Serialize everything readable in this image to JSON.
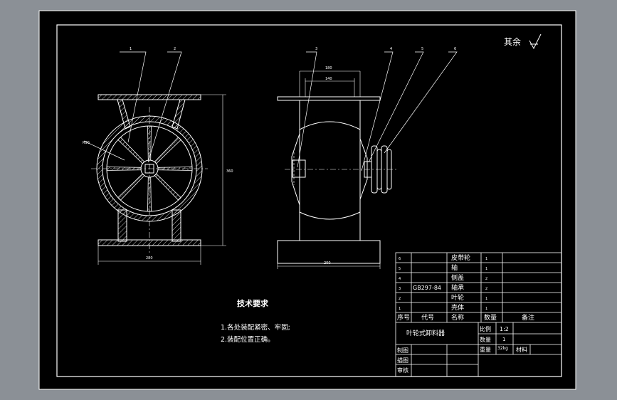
{
  "surface_finish": {
    "label": "其余",
    "symbol": "check-roughness-symbol"
  },
  "balloons_left": [
    "1",
    "2"
  ],
  "balloons_right": [
    "3",
    "4",
    "5",
    "6"
  ],
  "dims_left": {
    "height": "360",
    "width": "280",
    "radius": "R90"
  },
  "dims_right": {
    "top_outer": "180",
    "top_inner": "140",
    "base": "200"
  },
  "tech_req": {
    "title": "技术要求",
    "items": [
      "1.各处装配紧密、牢固;",
      "2.装配位置正确。"
    ]
  },
  "bom": {
    "rows": [
      {
        "no": "6",
        "code": "",
        "name": "皮带轮",
        "qty": "1"
      },
      {
        "no": "5",
        "code": "",
        "name": "轴",
        "qty": "1"
      },
      {
        "no": "4",
        "code": "",
        "name": "侧盖",
        "qty": "2"
      },
      {
        "no": "3",
        "code": "GB297-84",
        "name": "轴承",
        "qty": "2"
      },
      {
        "no": "2",
        "code": "",
        "name": "叶轮",
        "qty": "1"
      },
      {
        "no": "1",
        "code": "",
        "name": "壳体",
        "qty": "1"
      }
    ],
    "header": {
      "no": "序号",
      "code": "代号",
      "name": "名称",
      "qty": "数量",
      "remark": "备注"
    }
  },
  "title_block": {
    "drawing_name": "叶轮式卸料器",
    "scale_label": "比例",
    "scale_value": "1:2",
    "qty_label": "数量",
    "qty_value": "1",
    "weight_label": "重量",
    "weight_value": "32kg",
    "material_label": "材料",
    "draw_label": "制图",
    "describe_label": "描图",
    "check_label": "审核"
  },
  "colors": {
    "sheet": "#000000",
    "line": "#ffffff",
    "frame_bg": "#8b9096"
  }
}
